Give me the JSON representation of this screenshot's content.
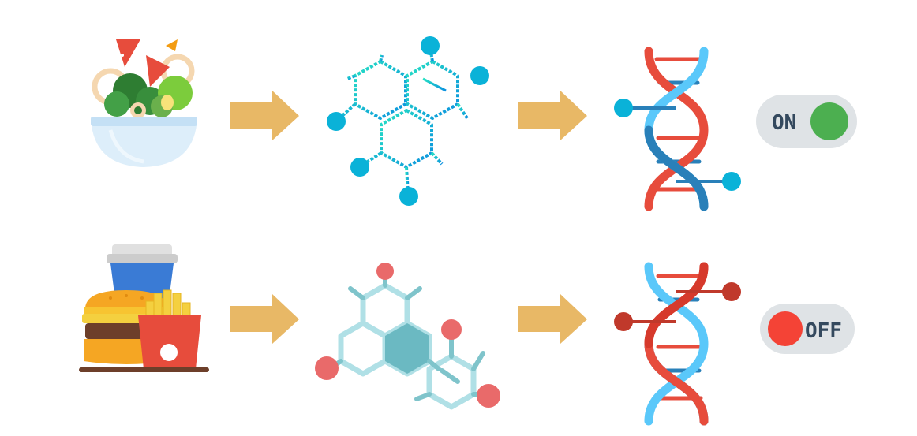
{
  "rows": [
    {
      "food": "salad-icon",
      "molecule": "blue-hexagon-molecule-icon",
      "dna": "dna-helix-blue-red-icon",
      "switch": {
        "label": "ON",
        "state": "on"
      }
    },
    {
      "food": "fast-food-icon",
      "molecule": "teal-red-molecule-icon",
      "dna": "dna-helix-red-icon",
      "switch": {
        "label": "OFF",
        "state": "off"
      }
    }
  ],
  "colors": {
    "arrow": "#e8b866",
    "switch_track": "#dfe3e6",
    "switch_on": "#4caf50",
    "switch_off": "#f44336",
    "helix_red": "#e74c3c",
    "helix_blue": "#5ac8fa",
    "helix_dark_blue": "#2980b9",
    "atom_blue": "#0ab2d8",
    "atom_red": "#e96a6a"
  }
}
